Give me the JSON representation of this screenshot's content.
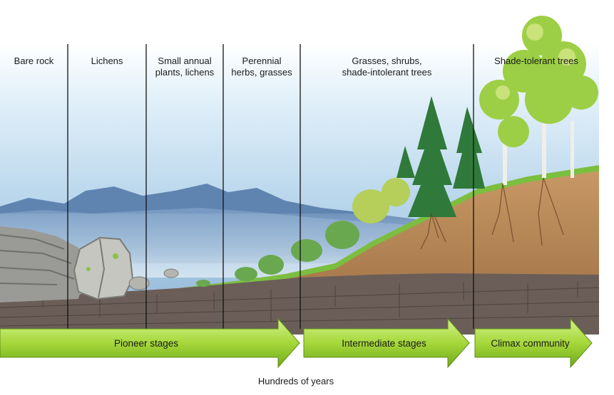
{
  "stages": [
    {
      "id": "bare-rock",
      "label": "Bare rock"
    },
    {
      "id": "lichens",
      "label": "Lichens"
    },
    {
      "id": "small-annual",
      "label": "Small annual\nplants, lichens"
    },
    {
      "id": "perennial",
      "label": "Perennial\nherbs, grasses"
    },
    {
      "id": "grasses-shrubs",
      "label": "Grasses, shrubs,\nshade-intolerant trees"
    },
    {
      "id": "shade-tolerant",
      "label": "Shade-tolerant trees"
    }
  ],
  "arrows": {
    "pioneer": "Pioneer stages",
    "intermediate": "Intermediate stages",
    "climax": "Climax community"
  },
  "time_axis": "Hundreds of years",
  "colors": {
    "sky_top": "#d9ecf8",
    "sky_bottom": "#a9cbe4",
    "mountain": "#5f84b0",
    "soil": "#b98a5c",
    "bedrock": "#6b5e58",
    "arrow": "#a6d83a",
    "conifer": "#2f7a3a",
    "deciduous": "#9ccf45"
  }
}
